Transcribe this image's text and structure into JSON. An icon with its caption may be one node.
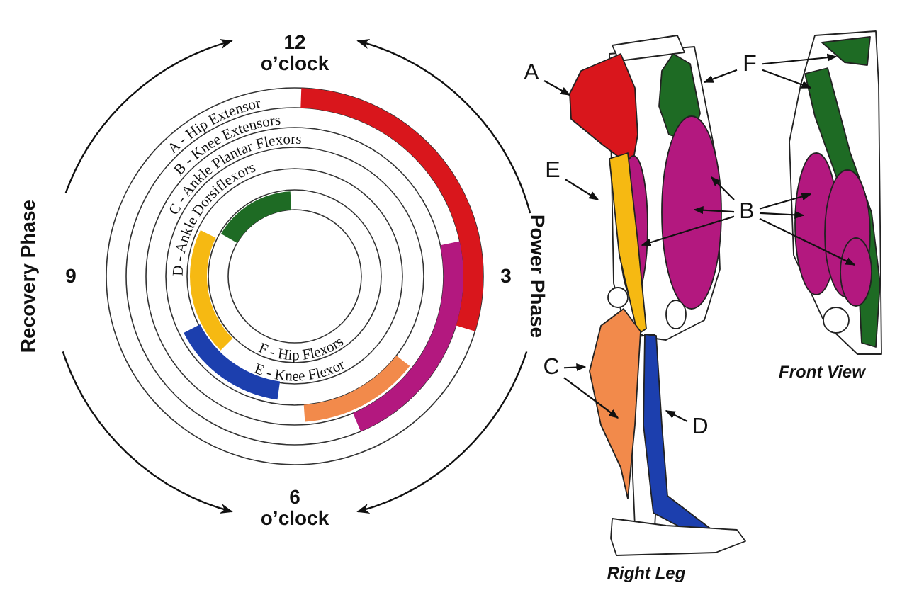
{
  "diagram": {
    "nodes": [
      {
        "text": [
          "A"
        ]
      },
      {
        "text": [
          "F"
        ]
      },
      {
        "text": [
          "E"
        ]
      },
      {
        "text": [
          "B"
        ]
      },
      {
        "text": [
          "C"
        ]
      },
      {
        "text": [
          "D"
        ]
      }
    ],
    "edges": [
      {
        "from": 0,
        "to": null,
        "arrow": "to"
      },
      {
        "from": 1,
        "to": null,
        "arrow": "to"
      },
      {
        "from": 1,
        "to": null,
        "arrow": "to"
      },
      {
        "from": 1,
        "to": null,
        "arrow": "to"
      },
      {
        "from": 2,
        "to": null,
        "arrow": "to"
      },
      {
        "from": 3,
        "to": null,
        "arrow": "to"
      },
      {
        "from": 3,
        "to": null,
        "arrow": "to"
      },
      {
        "from": 3,
        "to": null,
        "arrow": "to"
      },
      {
        "from": 3,
        "to": null,
        "arrow": "to"
      },
      {
        "from": 3,
        "to": null,
        "arrow": "to"
      },
      {
        "from": 3,
        "to": null,
        "arrow": "to"
      },
      {
        "from": 4,
        "to": null,
        "arrow": "to"
      },
      {
        "from": 4,
        "to": null,
        "arrow": "to"
      },
      {
        "from": 5,
        "to": null,
        "arrow": "to"
      }
    ],
    "labels": [
      "12 o’clock",
      "A - Hip Extensor",
      "B - Knee Extensors",
      "C - Ankle Plantar Flexors",
      "D - Ankle Dorsiflexors",
      "Recovery Phase",
      "9",
      "3",
      "Power Phase",
      "F - Hip Flexors",
      "E - Knee Flexor",
      "6 o’clock",
      "Front View",
      "Right Leg"
    ]
  }
}
